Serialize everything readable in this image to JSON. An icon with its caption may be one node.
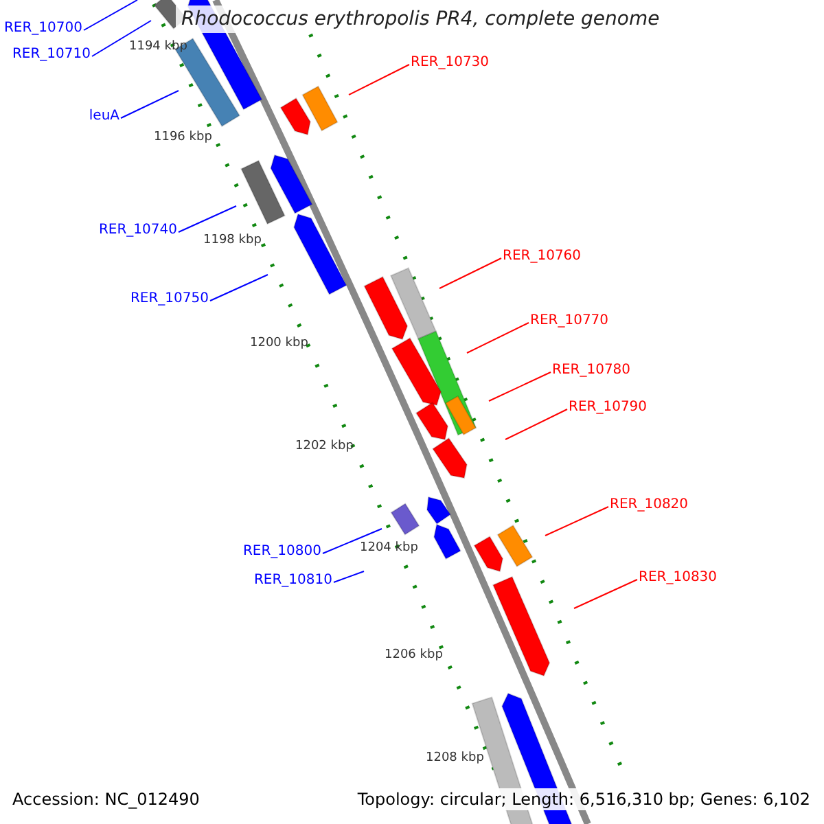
{
  "diagram": {
    "title": "Rhodococcus erythropolis PR4, complete genome",
    "nodes": [
      {
        "text": [
          "RER_10700"
        ]
      },
      {
        "text": [
          "RER_10710"
        ]
      },
      {
        "text": [
          "leuA"
        ]
      },
      {
        "text": [
          "RER_10740"
        ]
      },
      {
        "text": [
          "RER_10750"
        ]
      },
      {
        "text": [
          "RER_10800"
        ]
      },
      {
        "text": [
          "RER_10810"
        ]
      },
      {
        "text": [
          "RER_10730"
        ]
      },
      {
        "text": [
          "RER_10760"
        ]
      },
      {
        "text": [
          "RER_10770"
        ]
      },
      {
        "text": [
          "RER_10780"
        ]
      },
      {
        "text": [
          "RER_10790"
        ]
      },
      {
        "text": [
          "RER_10820"
        ]
      },
      {
        "text": [
          "RER_10830"
        ]
      }
    ],
    "edges": [
      {
        "from": 0,
        "to": null,
        "arrow": "none"
      },
      {
        "from": 1,
        "to": null,
        "arrow": "none"
      },
      {
        "from": 2,
        "to": null,
        "arrow": "none"
      },
      {
        "from": 3,
        "to": null,
        "arrow": "none"
      },
      {
        "from": 4,
        "to": null,
        "arrow": "none"
      },
      {
        "from": 5,
        "to": null,
        "arrow": "none"
      },
      {
        "from": 6,
        "to": null,
        "arrow": "none"
      },
      {
        "from": 7,
        "to": null,
        "arrow": "none",
        "color": "#ff0000"
      },
      {
        "from": 8,
        "to": null,
        "arrow": "none",
        "color": "#ff0000"
      },
      {
        "from": 9,
        "to": null,
        "arrow": "none",
        "color": "#ff0000"
      },
      {
        "from": 10,
        "to": null,
        "arrow": "none",
        "color": "#ff0000"
      },
      {
        "from": 11,
        "to": null,
        "arrow": "none",
        "color": "#ff0000"
      },
      {
        "from": 12,
        "to": null,
        "arrow": "none",
        "color": "#ff0000"
      },
      {
        "from": 13,
        "to": null,
        "arrow": "none",
        "color": "#ff0000"
      }
    ],
    "labels": [
      "1194 kbp",
      "1196 kbp",
      "1198 kbp",
      "1200 kbp",
      "1202 kbp",
      "1204 kbp",
      "1206 kbp",
      "1208 kbp",
      "Accession: NC_012490",
      "Topology: circular; Length: 6,516,310 bp; Genes: 6,102"
    ]
  }
}
